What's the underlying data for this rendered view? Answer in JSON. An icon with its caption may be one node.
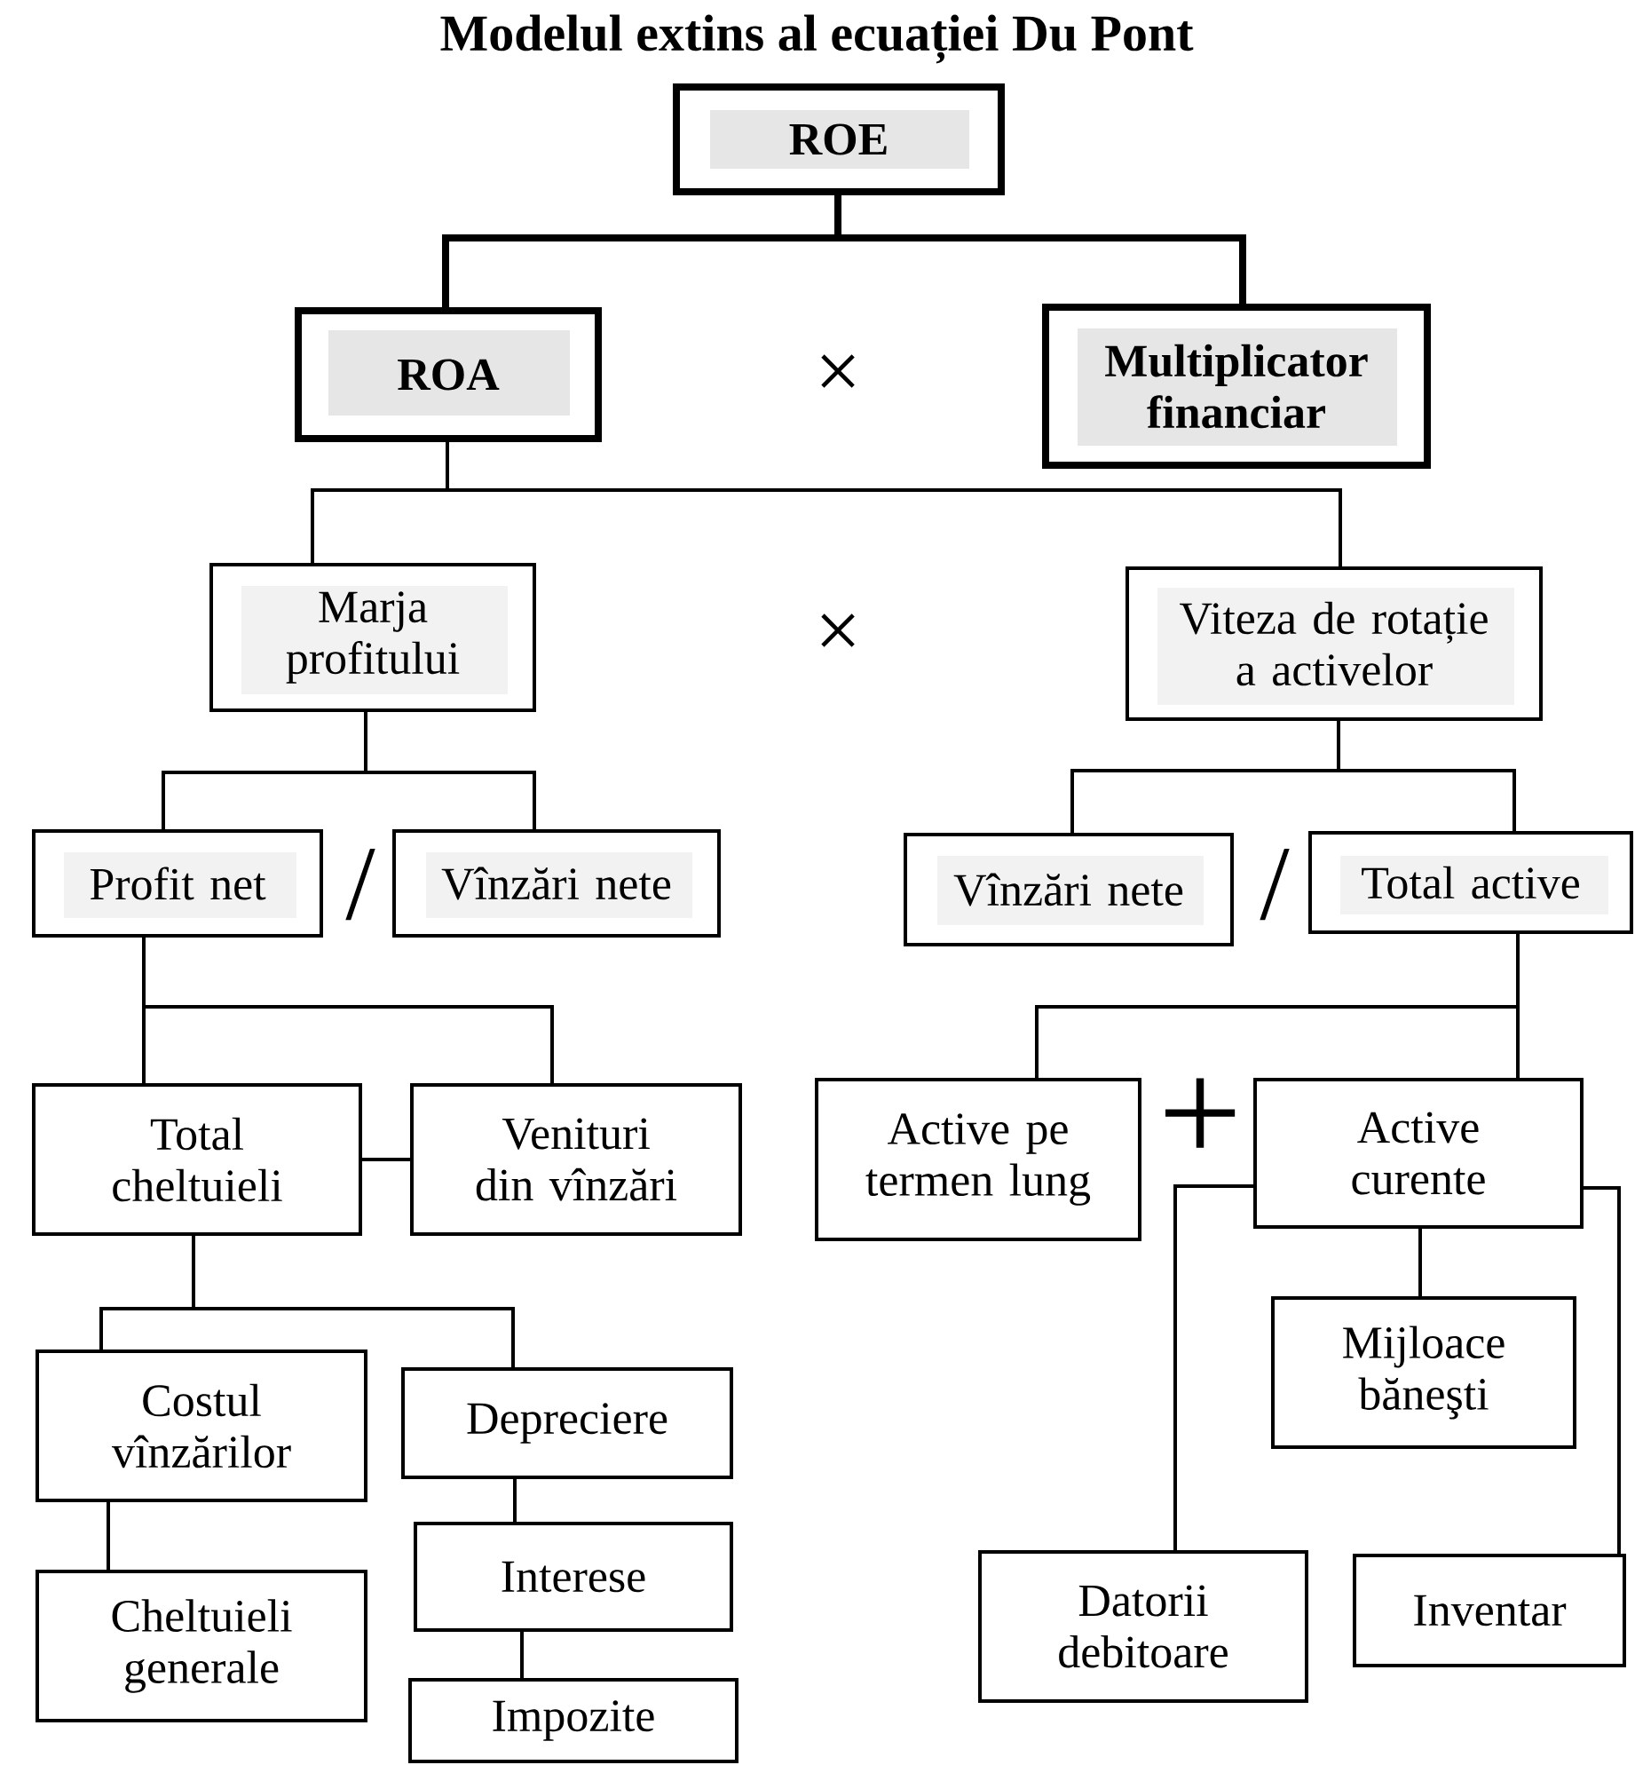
{
  "diagram": {
    "title": "Modelul extins al ecuației Du Pont",
    "nodes": [
      {
        "text": [
          "ROE"
        ]
      },
      {
        "text": [
          "ROA"
        ]
      },
      {
        "text": [
          "Multiplicator financiar"
        ]
      },
      {
        "text": [
          "Marja profitului"
        ]
      },
      {
        "text": [
          "Viteza de rotație a activelor"
        ]
      },
      {
        "text": [
          "Profit net"
        ]
      },
      {
        "text": [
          "Vînzări nete"
        ]
      },
      {
        "text": [
          "Vînzări nete"
        ]
      },
      {
        "text": [
          "Total active"
        ]
      },
      {
        "text": [
          "Total cheltuieli"
        ]
      },
      {
        "text": [
          "Venituri din vînzări"
        ]
      },
      {
        "text": [
          "Active pe termen lung"
        ]
      },
      {
        "text": [
          "Active curente"
        ]
      },
      {
        "text": [
          "Mijloace băneşti"
        ]
      },
      {
        "text": [
          "Costul vînzărilor"
        ]
      },
      {
        "text": [
          "Depreciere"
        ]
      },
      {
        "text": [
          "Interese"
        ]
      },
      {
        "text": [
          "Impozite"
        ]
      },
      {
        "text": [
          "Cheltuieli generale"
        ]
      },
      {
        "text": [
          "Datorii debitoare"
        ]
      },
      {
        "text": [
          "Inventar"
        ]
      }
    ],
    "edges": [
      {
        "from": 0,
        "to": 1,
        "arrow": "none",
        "style": "thick"
      },
      {
        "from": 0,
        "to": 2,
        "arrow": "none",
        "style": "thick"
      },
      {
        "from": 1,
        "to": 3,
        "arrow": "none"
      },
      {
        "from": 1,
        "to": 4,
        "arrow": "none"
      },
      {
        "from": 3,
        "to": 5,
        "arrow": "none"
      },
      {
        "from": 3,
        "to": 6,
        "arrow": "none"
      },
      {
        "from": 4,
        "to": 7,
        "arrow": "none"
      },
      {
        "from": 4,
        "to": 8,
        "arrow": "none"
      },
      {
        "from": 5,
        "to": 9,
        "arrow": "none"
      },
      {
        "from": 5,
        "to": 10,
        "arrow": "none"
      },
      {
        "from": 9,
        "to": 10,
        "arrow": "none"
      },
      {
        "from": 8,
        "to": 12,
        "arrow": "none"
      },
      {
        "from": 8,
        "to": 11,
        "arrow": "none"
      },
      {
        "from": 12,
        "to": 13,
        "arrow": "none"
      },
      {
        "from": 12,
        "to": 19,
        "arrow": "none"
      },
      {
        "from": 12,
        "to": 20,
        "arrow": "none"
      },
      {
        "from": 9,
        "to": 14,
        "arrow": "none"
      },
      {
        "from": 9,
        "to": 15,
        "arrow": "none"
      },
      {
        "from": 14,
        "to": 18,
        "arrow": "none"
      },
      {
        "from": 15,
        "to": 16,
        "arrow": "none"
      },
      {
        "from": 16,
        "to": 17,
        "arrow": "none"
      }
    ],
    "labels": [
      "×",
      "×",
      "/",
      "/",
      "+"
    ]
  }
}
